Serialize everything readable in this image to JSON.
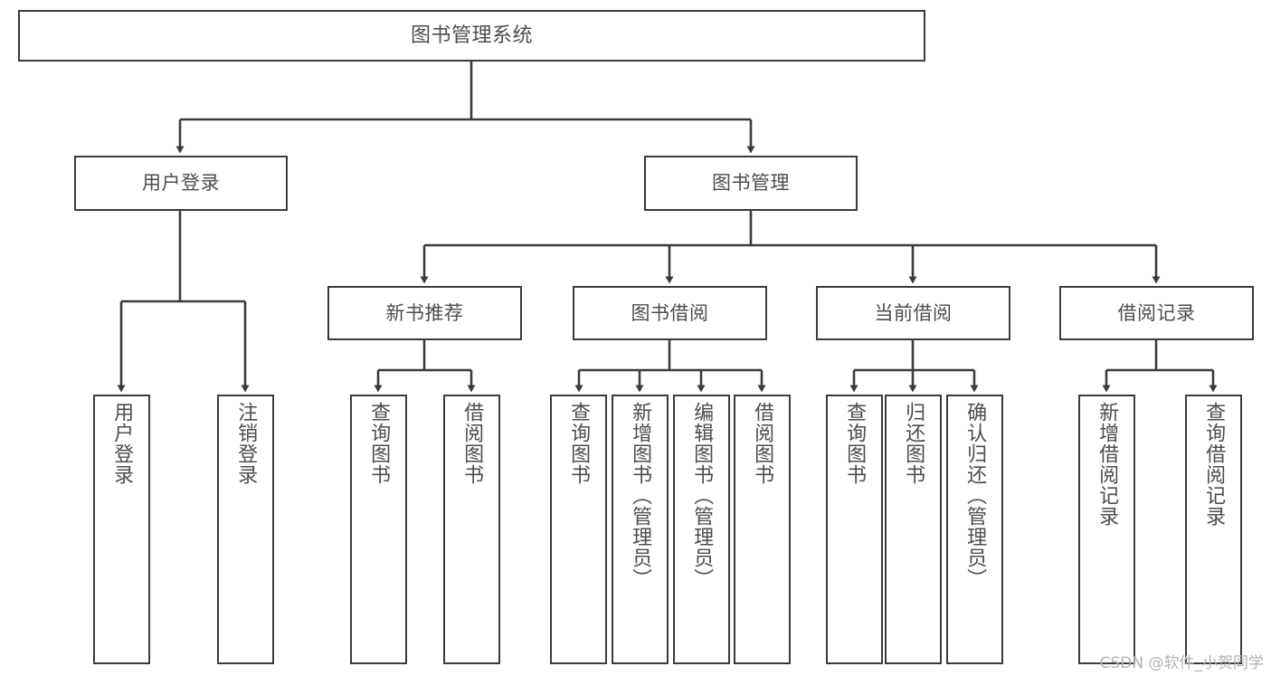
{
  "diagram": {
    "type": "tree-hierarchy",
    "title": "图书管理系统",
    "stroke_color": "#3b3b3b",
    "text_color": "#4d4d4d",
    "background_color": "#ffffff",
    "root": {
      "label": "图书管理系统"
    },
    "level1": [
      {
        "label": "用户登录"
      },
      {
        "label": "图书管理"
      }
    ],
    "level2": [
      {
        "label": "新书推荐"
      },
      {
        "label": "图书借阅"
      },
      {
        "label": "当前借阅"
      },
      {
        "label": "借阅记录"
      }
    ],
    "leaves": {
      "user_login": [
        {
          "label": "用户登录"
        },
        {
          "label": "注销登录"
        }
      ],
      "new_book_recommend": [
        {
          "label": "查询图书"
        },
        {
          "label": "借阅图书"
        }
      ],
      "book_borrow": [
        {
          "label": "查询图书"
        },
        {
          "label": "新增图书（管理员）"
        },
        {
          "label": "编辑图书（管理员）"
        },
        {
          "label": "借阅图书"
        }
      ],
      "current_borrow": [
        {
          "label": "查询图书"
        },
        {
          "label": "归还图书"
        },
        {
          "label": "确认归还（管理员）"
        }
      ],
      "borrow_record": [
        {
          "label": "新增借阅记录"
        },
        {
          "label": "查询借阅记录"
        }
      ]
    }
  },
  "watermark": {
    "text": "CSDN @软件_小贺同学"
  }
}
